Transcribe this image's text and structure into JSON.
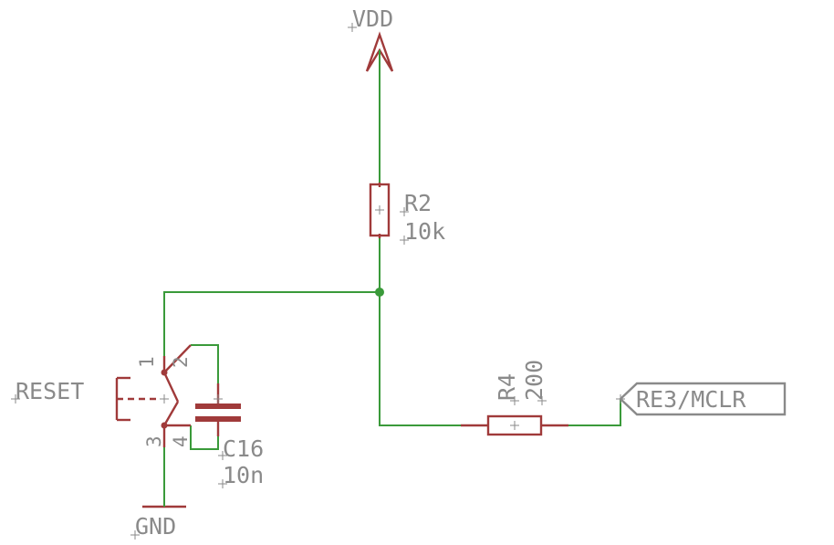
{
  "supply": {
    "label": "VDD"
  },
  "ground": {
    "label": "GND"
  },
  "r2": {
    "name": "R2",
    "value": "10k"
  },
  "r4": {
    "name": "R4",
    "value": "200"
  },
  "c16": {
    "name": "C16",
    "value": "10n"
  },
  "switch": {
    "name": "RESET",
    "pins": [
      "1",
      "2",
      "3",
      "4"
    ]
  },
  "net_label": {
    "text": "RE3/MCLR"
  },
  "colors": {
    "wire": "#3a9a3a",
    "component": "#a03a3a",
    "text": "#8a8a8a",
    "junction": "#3a9a3a"
  }
}
